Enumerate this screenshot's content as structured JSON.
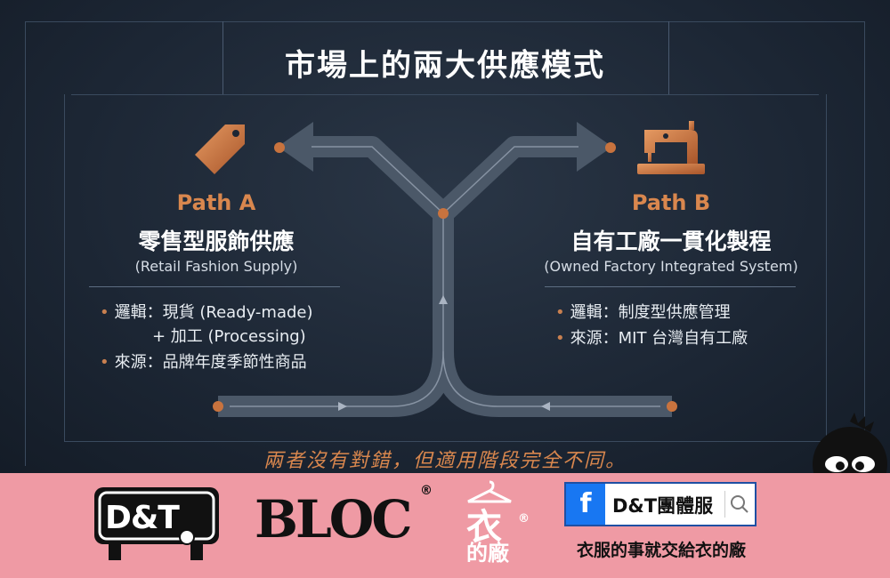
{
  "title": "市場上的兩大供應模式",
  "path_a": {
    "label": "Path A",
    "name_zh": "零售型服飾供應",
    "name_en": "(Retail Fashion Supply)",
    "bullets": [
      "邏輯：現貨 (Ready-made)",
      "+ 加工 (Processing)",
      "來源：品牌年度季節性商品"
    ]
  },
  "path_b": {
    "label": "Path B",
    "name_zh": "自有工廠一貫化製程",
    "name_en": "(Owned Factory Integrated System)",
    "bullets": [
      "邏輯：制度型供應管理",
      "來源：MIT 台灣自有工廠"
    ]
  },
  "tagline": "兩者沒有對錯，但適用階段完全不同。",
  "footer": {
    "dt_logo": "D&T",
    "bloc_logo": "BLOC",
    "factory_logo_top": "衣",
    "factory_logo_bottom": "的廠",
    "fb_icon": "f",
    "fb_page": "D&T團體服",
    "slogan": "衣服的事就交給衣的廠",
    "registered": "®"
  },
  "icons": {
    "path_a": "price-tag-icon",
    "path_b": "sewing-machine-icon",
    "fb_search": "search-icon"
  },
  "colors": {
    "accent": "#d9874e",
    "background": "#1c2634",
    "footer": "#ef9aa4",
    "arrow": "#4b5868"
  }
}
